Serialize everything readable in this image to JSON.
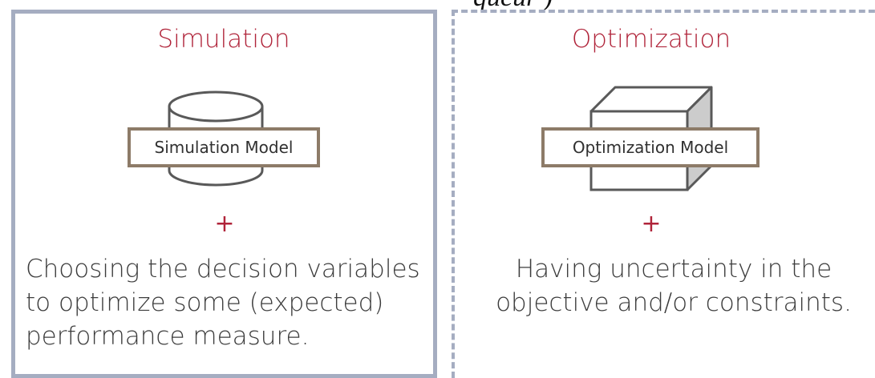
{
  "top_fragment": "queur )",
  "simulation": {
    "title": "Simulation",
    "icon": "cylinder-icon",
    "model_label": "Simulation Model",
    "plus": "+",
    "description": [
      "Choosing the decision variables",
      "to optimize some (expected)",
      "performance measure."
    ]
  },
  "optimization": {
    "title": "Optimization",
    "icon": "cube-icon",
    "model_label": "Optimization Model",
    "plus": "+",
    "description": [
      "Having uncertainty in the",
      "objective and/or constraints."
    ]
  },
  "colors": {
    "accent": "#b0243a",
    "border": "#a5adc1",
    "label_border": "#8d7b68",
    "cube_side": "#cccccc"
  }
}
